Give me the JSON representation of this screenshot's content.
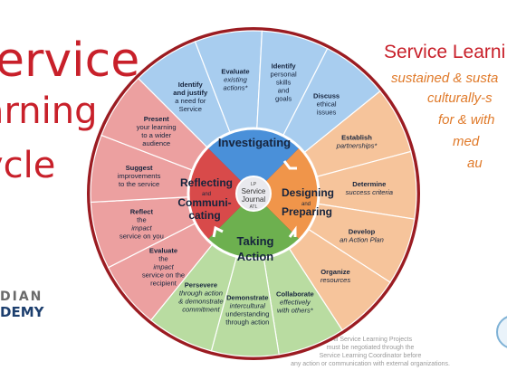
{
  "title": {
    "line1": "Service",
    "line2": "arning",
    "line3": "ycle"
  },
  "right_panel": {
    "heading": "Service Learni",
    "lines": [
      "sustained & susta",
      "culturally-s",
      "for & with",
      "med",
      "au"
    ]
  },
  "center": {
    "line1": "LP",
    "line2": "Service",
    "line3": "Journal",
    "line4": "ATL"
  },
  "phases": {
    "investigating": {
      "label": "Investigating",
      "color": "#4a90d9"
    },
    "designing": {
      "line1": "Designing",
      "mid": "and",
      "line2": "Preparing",
      "color": "#f0954a"
    },
    "taking_action": {
      "line1": "Taking",
      "line2": "Action",
      "color": "#6db04f"
    },
    "reflecting": {
      "line1": "Reflecting",
      "mid": "and",
      "line2": "Communi-",
      "line3": "cating",
      "color": "#d84a4a"
    }
  },
  "colors": {
    "blue_outer": "#a8cdef",
    "orange_outer": "#f6c49b",
    "green_outer": "#b9dca1",
    "red_outer": "#eca0a0",
    "ring": "#9b1c22",
    "title": "#c8202a"
  },
  "segments": [
    {
      "id": "identify-justify",
      "phase": "blue",
      "lines": [
        {
          "t": "Identify",
          "b": true
        },
        {
          "t": "and justify",
          "b": true
        },
        {
          "t": "a need for"
        },
        {
          "t": "Service"
        }
      ]
    },
    {
      "id": "evaluate-actions",
      "phase": "blue",
      "lines": [
        {
          "t": "Evaluate",
          "b": true
        },
        {
          "t": "existing",
          "i": true
        },
        {
          "t": "actions*",
          "i": true
        }
      ]
    },
    {
      "id": "identify-skills",
      "phase": "blue",
      "lines": [
        {
          "t": "Identify",
          "b": true
        },
        {
          "t": "personal"
        },
        {
          "t": "skills"
        },
        {
          "t": "and"
        },
        {
          "t": "goals"
        }
      ]
    },
    {
      "id": "discuss-ethical",
      "phase": "blue",
      "lines": [
        {
          "t": "Discuss",
          "b": true
        },
        {
          "t": "ethical"
        },
        {
          "t": "issues"
        }
      ]
    },
    {
      "id": "establish-partnerships",
      "phase": "orange",
      "lines": [
        {
          "t": "Establish",
          "b": true
        },
        {
          "t": "partnerships*",
          "i": true
        }
      ]
    },
    {
      "id": "determine-criteria",
      "phase": "orange",
      "lines": [
        {
          "t": "Determine",
          "b": true
        },
        {
          "t": "success criteria",
          "i": true
        }
      ]
    },
    {
      "id": "develop-plan",
      "phase": "orange",
      "lines": [
        {
          "t": "Develop",
          "b": true
        },
        {
          "t": "an Action Plan",
          "i": true
        }
      ]
    },
    {
      "id": "organize-resources",
      "phase": "orange",
      "lines": [
        {
          "t": "Organize",
          "b": true
        },
        {
          "t": "resources",
          "i": true
        }
      ]
    },
    {
      "id": "collaborate",
      "phase": "green",
      "lines": [
        {
          "t": "Collaborate",
          "b": true
        },
        {
          "t": "effectively",
          "i": true
        },
        {
          "t": "with others*",
          "i": true
        }
      ]
    },
    {
      "id": "demonstrate",
      "phase": "green",
      "lines": [
        {
          "t": "Demonstrate",
          "b": true
        },
        {
          "t": "intercultural",
          "i": true
        },
        {
          "t": "understanding"
        },
        {
          "t": "through action"
        }
      ]
    },
    {
      "id": "persevere",
      "phase": "green",
      "lines": [
        {
          "t": "Persevere",
          "b": true
        },
        {
          "t": "through action",
          "i": true
        },
        {
          "t": "& demonstrate",
          "i": true
        },
        {
          "t": "commitment",
          "i": true
        }
      ]
    },
    {
      "id": "evaluate-impact",
      "phase": "red",
      "lines": [
        {
          "t": "Evaluate",
          "b": true
        },
        {
          "t": "the "
        },
        {
          "t": "impact",
          "i": true
        },
        {
          "t": "service on the"
        },
        {
          "t": "recipient"
        }
      ]
    },
    {
      "id": "reflect-impact",
      "phase": "red",
      "lines": [
        {
          "t": "Reflect",
          "b": true
        },
        {
          "t": "the "
        },
        {
          "t": "impact",
          "i": true
        },
        {
          "t": "service on you"
        }
      ]
    },
    {
      "id": "suggest-improvements",
      "phase": "red",
      "lines": [
        {
          "t": "Suggest",
          "b": true
        },
        {
          "t": "improvements"
        },
        {
          "t": "to the service"
        }
      ]
    },
    {
      "id": "present-learning",
      "phase": "red",
      "lines": [
        {
          "t": "Present",
          "b": true
        },
        {
          "t": "your learning"
        },
        {
          "t": "to a wider"
        },
        {
          "t": "audience"
        }
      ]
    }
  ],
  "footnote": [
    "*All Service Learning Projects",
    "must be negotiated through the",
    "Service Learning Coordinator before",
    "any action or communication with external organizations."
  ],
  "logo": {
    "line1": "DIAN",
    "line2": "DEMY"
  }
}
